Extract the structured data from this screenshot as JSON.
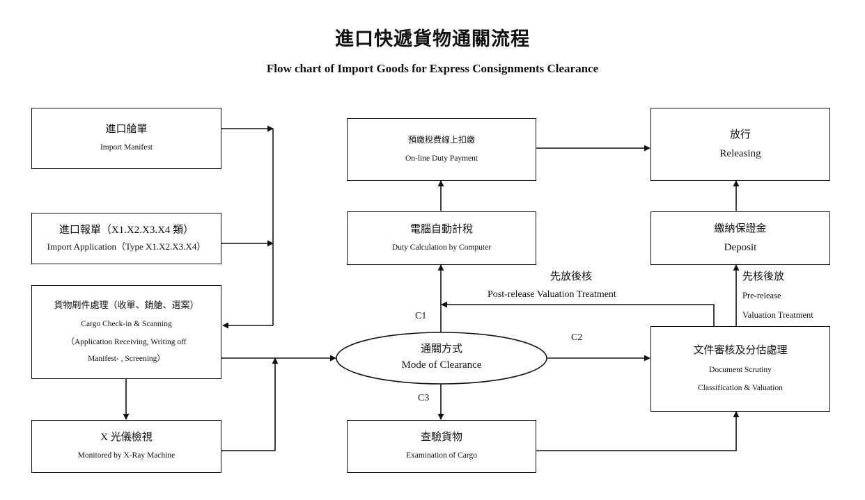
{
  "title": "進口快遞貨物通關流程",
  "subtitle": "Flow chart of Import Goods for Express Consignments Clearance",
  "nodes": {
    "import_manifest": {
      "zh": "進口艙單",
      "en": "Import Manifest"
    },
    "import_application": {
      "zh": "進口報單（X1.X2.X3.X4 類）",
      "en": "Import Application（Type X1.X2.X3.X4）"
    },
    "cargo_checkin": {
      "zh": "貨物刷件處理（收單、銷艙、選案）",
      "en1": "Cargo Check-in & Scanning",
      "en2": "（Application Receiving, Writing off",
      "en3": "Manifest- , Screening）"
    },
    "xray": {
      "zh": "X 光儀檢視",
      "en": "Monitored by X-Ray Machine"
    },
    "duty_payment": {
      "zh": "預繳稅費線上扣繳",
      "en": "On-line Duty Payment"
    },
    "duty_calc": {
      "zh": "電腦自動計稅",
      "en": "Duty Calculation by Computer"
    },
    "mode": {
      "zh": "通關方式",
      "en": "Mode of Clearance"
    },
    "examination": {
      "zh": "查驗貨物",
      "en": "Examination of Cargo"
    },
    "releasing": {
      "zh": "放行",
      "en": "Releasing"
    },
    "deposit": {
      "zh": "繳納保證金",
      "en": "Deposit"
    },
    "doc_scrutiny": {
      "zh": "文件審核及分估處理",
      "en1": "Document Scrutiny",
      "en2": "Classification & Valuation"
    }
  },
  "edge_labels": {
    "c1": "C1",
    "c2": "C2",
    "c3": "C3",
    "post_release_zh": "先放後核",
    "post_release_en": "Post-release Valuation Treatment",
    "pre_release_zh": "先核後放",
    "pre_release_en1": "Pre-release",
    "pre_release_en2": "Valuation Treatment"
  }
}
